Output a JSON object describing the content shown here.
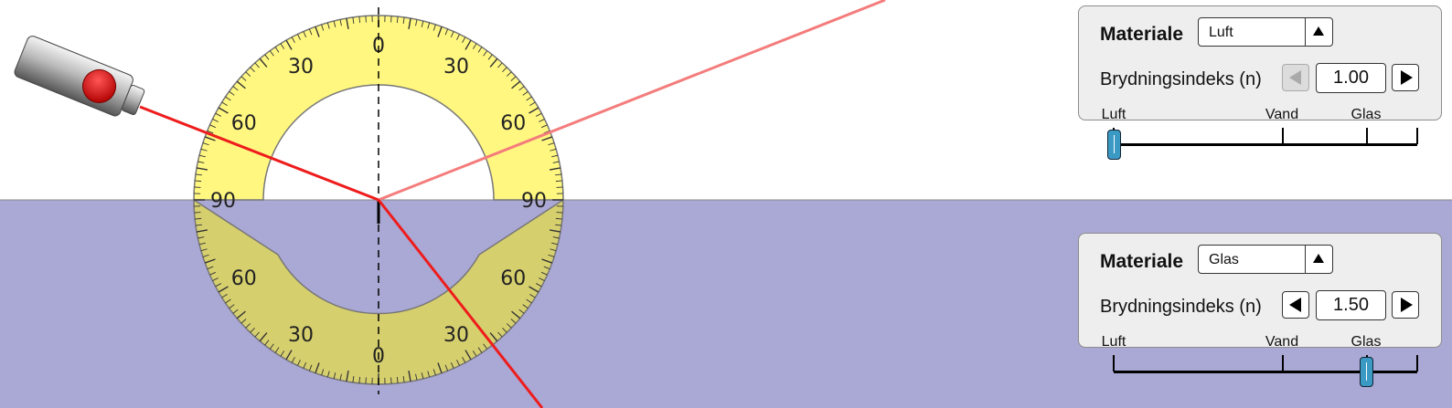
{
  "colors": {
    "background_top": "#ffffff",
    "background_bottom": "#aaa8d4",
    "laser_ray": "#ee1c1c",
    "reflected_ray": "#f47c7c",
    "protractor_fill": "#fff780",
    "slider_thumb": "#3a9ac4"
  },
  "protractor": {
    "labels": [
      "0",
      "30",
      "60",
      "90",
      "60",
      "30",
      "0",
      "30",
      "60",
      "90",
      "60",
      "30"
    ]
  },
  "top_panel": {
    "material_label": "Materiale",
    "material_value": "Luft",
    "index_label": "Brydningsindeks (n)",
    "index_value": "1.00",
    "decrease_enabled": false,
    "slider_ticks": [
      "Luft",
      "Vand",
      "Glas"
    ],
    "slider_value": 1.0
  },
  "bottom_panel": {
    "material_label": "Materiale",
    "material_value": "Glas",
    "index_label": "Brydningsindeks (n)",
    "index_value": "1.50",
    "decrease_enabled": true,
    "slider_ticks": [
      "Luft",
      "Vand",
      "Glas"
    ],
    "slider_value": 1.5
  },
  "icons": {
    "laser": "laser-pointer-icon",
    "dropdown": "triangle-up-icon",
    "decrease": "triangle-left-icon",
    "increase": "triangle-right-icon"
  }
}
